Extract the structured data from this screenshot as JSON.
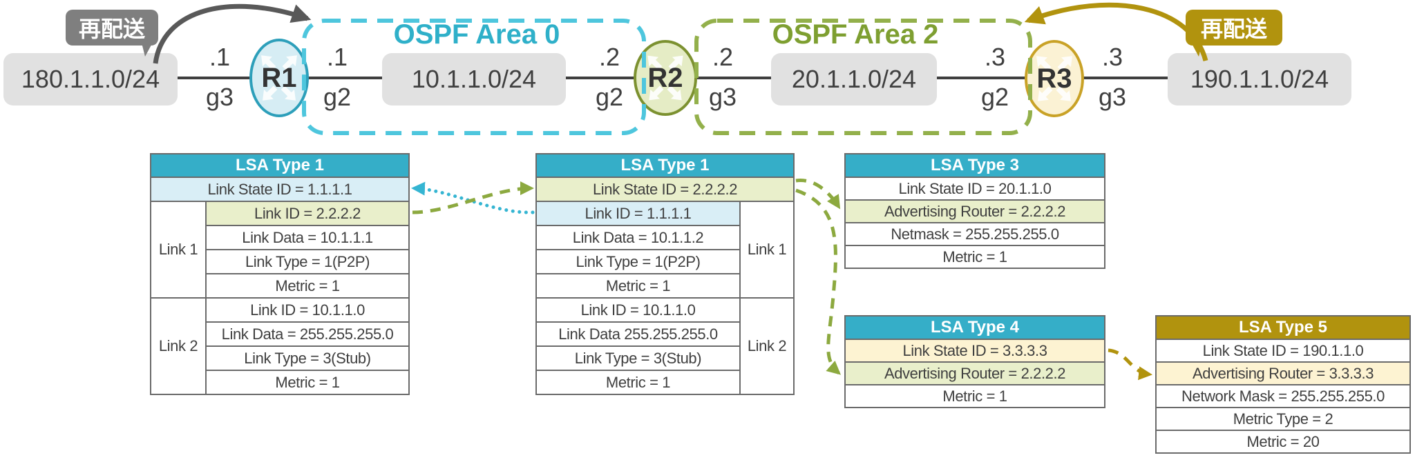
{
  "colors": {
    "teal_header": "#35aec8",
    "teal_dash": "#4ec6dd",
    "teal_arrow": "#35b5d2",
    "olive_dash": "#93b04b",
    "olive_arrow": "#8ca93f",
    "gold": "#b1930e",
    "gray_badge": "#7f7f7f",
    "row_blue": "#d9eef6",
    "row_olive": "#e9efcb",
    "row_yellow": "#fdf3d2"
  },
  "badges": {
    "left": "再配送",
    "right": "再配送"
  },
  "areas": {
    "area0_label": "OSPF Area 0",
    "area2_label": "OSPF Area 2"
  },
  "networks": {
    "left": "180.1.1.0/24",
    "area0": "10.1.1.0/24",
    "area2": "20.1.1.0/24",
    "right": "190.1.1.0/24"
  },
  "routers": {
    "r1": "R1",
    "r2": "R2",
    "r3": "R3"
  },
  "interfaces": {
    "r1_left": {
      "addr": ".1",
      "port": "g3"
    },
    "r1_right": {
      "addr": ".1",
      "port": "g2"
    },
    "r2_left": {
      "addr": ".2",
      "port": "g2"
    },
    "r2_right": {
      "addr": ".2",
      "port": "g3"
    },
    "r3_left": {
      "addr": ".3",
      "port": "g2"
    },
    "r3_right": {
      "addr": ".3",
      "port": "g3"
    }
  },
  "lsa_tables": {
    "r1_type1": {
      "title": "LSA Type 1",
      "link_state_id": "Link State ID = 1.1.1.1",
      "groups": [
        {
          "label": "Link 1",
          "rows": [
            "Link ID = 2.2.2.2",
            "Link Data = 10.1.1.1",
            "Link Type = 1(P2P)",
            "Metric = 1"
          ]
        },
        {
          "label": "Link 2",
          "rows": [
            "Link ID = 10.1.1.0",
            "Link Data = 255.255.255.0",
            "Link Type = 3(Stub)",
            "Metric = 1"
          ]
        }
      ]
    },
    "r2_type1": {
      "title": "LSA Type 1",
      "link_state_id": "Link State ID = 2.2.2.2",
      "groups": [
        {
          "label": "Link 1",
          "rows": [
            "Link ID = 1.1.1.1",
            "Link Data = 10.1.1.2",
            "Link Type = 1(P2P)",
            "Metric = 1"
          ]
        },
        {
          "label": "Link 2",
          "rows": [
            "Link ID = 10.1.1.0",
            "Link Data 255.255.255.0",
            "Link Type = 3(Stub)",
            "Metric = 1"
          ]
        }
      ]
    },
    "type3": {
      "title": "LSA Type 3",
      "rows": [
        "Link State ID = 20.1.1.0",
        "Advertising Router = 2.2.2.2",
        "Netmask = 255.255.255.0",
        "Metric = 1"
      ]
    },
    "type4": {
      "title": "LSA Type 4",
      "rows": [
        "Link State ID = 3.3.3.3",
        "Advertising Router = 2.2.2.2",
        "Metric = 1"
      ]
    },
    "type5": {
      "title": "LSA Type 5",
      "rows": [
        "Link State ID = 190.1.1.0",
        "Advertising Router = 3.3.3.3",
        "Network Mask = 255.255.255.0",
        "Metric Type = 2",
        "Metric = 20"
      ]
    }
  }
}
